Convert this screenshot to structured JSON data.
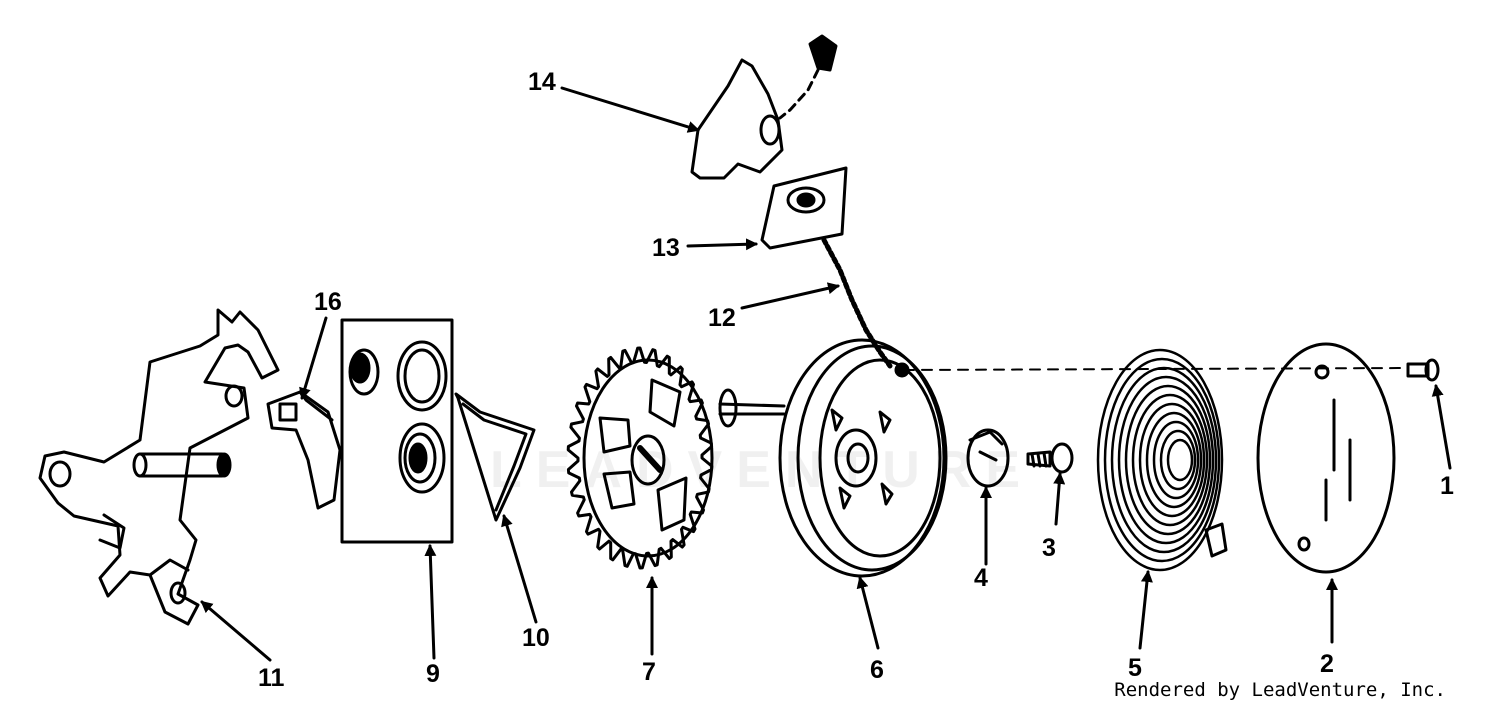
{
  "credit": "Rendered by LeadVenture, Inc.",
  "watermark": "LEADVENTURE",
  "colors": {
    "ink": "#000000",
    "paper": "#ffffff",
    "watermark": "#ececec"
  },
  "callouts": [
    {
      "id": "1",
      "label": "1"
    },
    {
      "id": "2",
      "label": "2"
    },
    {
      "id": "3",
      "label": "3"
    },
    {
      "id": "4",
      "label": "4"
    },
    {
      "id": "5",
      "label": "5"
    },
    {
      "id": "6",
      "label": "6"
    },
    {
      "id": "7",
      "label": "7"
    },
    {
      "id": "9",
      "label": "9"
    },
    {
      "id": "10",
      "label": "10"
    },
    {
      "id": "11",
      "label": "11"
    },
    {
      "id": "12",
      "label": "12"
    },
    {
      "id": "13",
      "label": "13"
    },
    {
      "id": "14",
      "label": "14"
    },
    {
      "id": "16",
      "label": "16"
    }
  ]
}
